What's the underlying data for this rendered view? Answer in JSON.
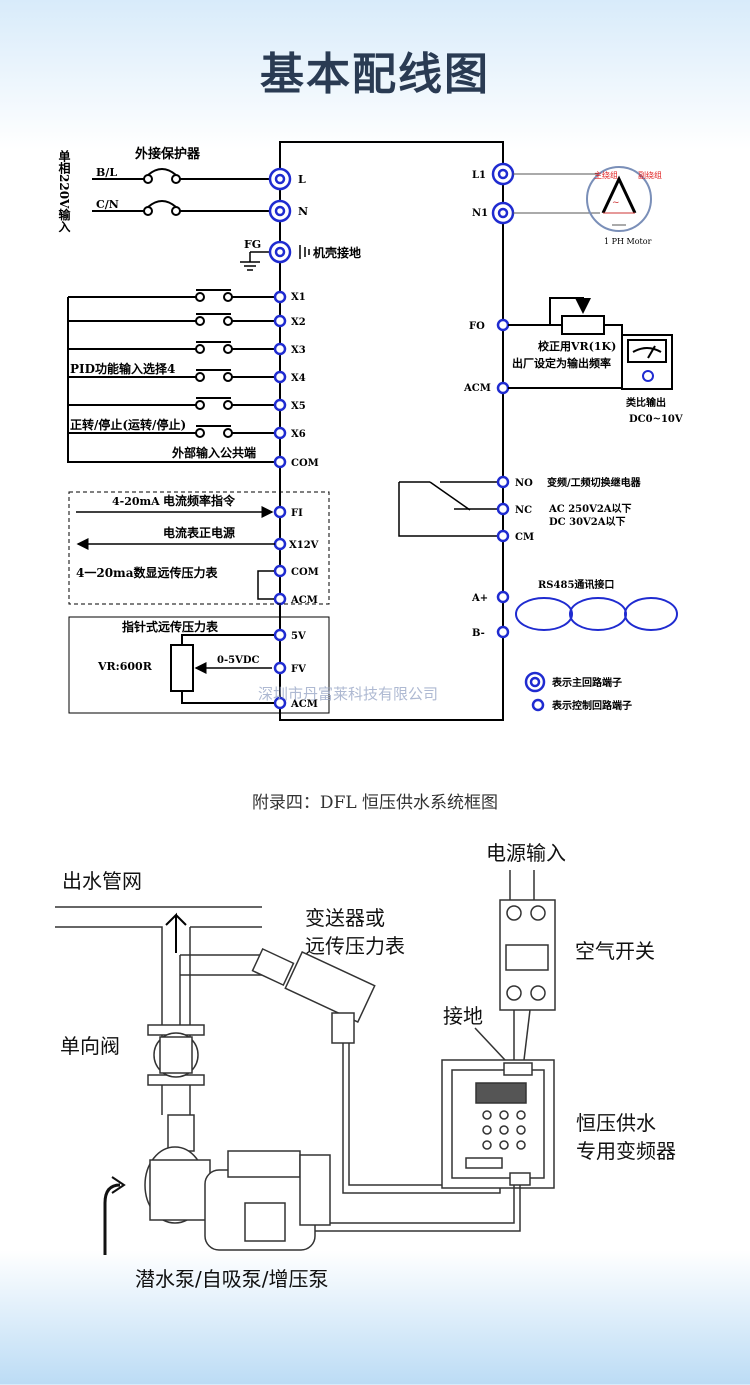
{
  "title": "基本配线图",
  "wiring": {
    "input_side": "单相220V输入",
    "breaker": "外接保护器",
    "bl": "B/L",
    "cn": "C/N",
    "fg": "FG",
    "ground": "机壳接地",
    "pid": "PID功能输入选择4",
    "fwd": "正转/停止(运转/停止)",
    "common": "外部输入公共端",
    "dashed_a": "4-20mA",
    "dashed_a2": "电流频率指令",
    "dashed_b": "电流表正电源",
    "dashed_c": "4一20ma数显远传压力表",
    "gauge_box": "指针式远传压力表",
    "vr": "VR:600R",
    "v05": "0-5VDC",
    "terminals_left": {
      "L": "L",
      "N": "N",
      "X1": "X1",
      "X2": "X2",
      "X3": "X3",
      "X4": "X4",
      "X5": "X5",
      "X6": "X6",
      "COM": "COM",
      "FI": "FI",
      "X12V": "X12V",
      "COM2": "COM",
      "ACM": "ACM",
      "5V": "5V",
      "FV": "FV",
      "ACM2": "ACM"
    },
    "terminals_right": {
      "L1": "L1",
      "N1": "N1",
      "FO": "FO",
      "ACM": "ACM",
      "NO": "NO",
      "NC": "NC",
      "CM": "CM",
      "AP": "A+",
      "BM": "B-"
    },
    "motor_main": "主绕组",
    "motor_aux": "副绕组",
    "motor": "1 PH Motor",
    "vr_cal": "校正用VR(1K)",
    "vr_cal2": "出厂设定为输出频率",
    "analog_out": "类比输出",
    "dc_range": "DC0~10V",
    "relay": "变频/工频切换继电器",
    "relay_ac": "AC 250V2A以下",
    "relay_dc": "DC 30V2A以下",
    "rs485": "RS485通讯接口",
    "legend_main": "表示主回路端子",
    "legend_ctrl": "表示控制回路端子",
    "watermark": "深圳市丹富莱科技有限公司"
  },
  "caption": "附录四：DFL 恒压供水系统框图",
  "system": {
    "outlet": "出水管网",
    "transmitter": "变送器或",
    "transmitter2": "远传压力表",
    "power": "电源输入",
    "air_switch": "空气开关",
    "earth": "接地",
    "check_valve": "单向阀",
    "inverter": "恒压供水",
    "inverter2": "专用变频器",
    "pump": "潜水泵/自吸泵/增压泵"
  },
  "colors": {
    "terminal": "#1f2bd0",
    "title": "#2a3b53",
    "wire": "#000000",
    "motor_label": "#e02020"
  }
}
